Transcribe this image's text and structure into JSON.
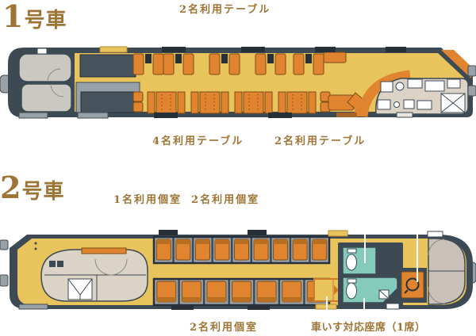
{
  "cars": {
    "car1": {
      "title": "1号車",
      "labels": {
        "table2_top": "2名利用テーブル",
        "table4_bottom": "4名利用テーブル",
        "table2_bottom": "2名利用テーブル"
      }
    },
    "car2": {
      "title": "2号車",
      "labels": {
        "room1_top": "1名利用個室",
        "room2_top": "2名利用個室",
        "room2_bottom": "2名利用個室",
        "wheelchair_bottom": "車いす対応座席（1席）"
      }
    }
  },
  "colors": {
    "car_body_navy": "#3d4a54",
    "floor_yellow": "#e9c45c",
    "seat_orange": "#e08430",
    "compartment_gray": "#98a1a8",
    "cab_gray": "#c9c8c1",
    "toilet_teal": "#85cbbc",
    "galley_beige": "#dbd4c6",
    "label_brown": "#9d7434",
    "leader_line_white": "#ffffff"
  }
}
